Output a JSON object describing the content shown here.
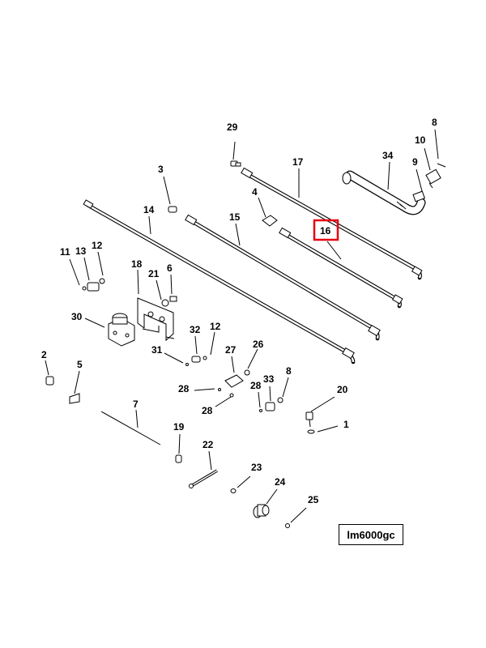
{
  "diagram_code": "lm6000gc",
  "highlighted_callout": "16",
  "highlight_color": "#e60012",
  "callouts": {
    "c1": "1",
    "c2": "2",
    "c3": "3",
    "c4": "4",
    "c5": "5",
    "c6": "6",
    "c7": "7",
    "c8a": "8",
    "c8b": "8",
    "c9": "9",
    "c10": "10",
    "c11": "11",
    "c12a": "12",
    "c12b": "12",
    "c13": "13",
    "c14": "14",
    "c15": "15",
    "c16": "16",
    "c17": "17",
    "c18": "18",
    "c19": "19",
    "c20": "20",
    "c21": "21",
    "c22": "22",
    "c23": "23",
    "c24": "24",
    "c25": "25",
    "c26": "26",
    "c27": "27",
    "c28a": "28",
    "c28b": "28",
    "c28c": "28",
    "c29": "29",
    "c30": "30",
    "c31": "31",
    "c32": "32",
    "c33": "33",
    "c34": "34"
  }
}
